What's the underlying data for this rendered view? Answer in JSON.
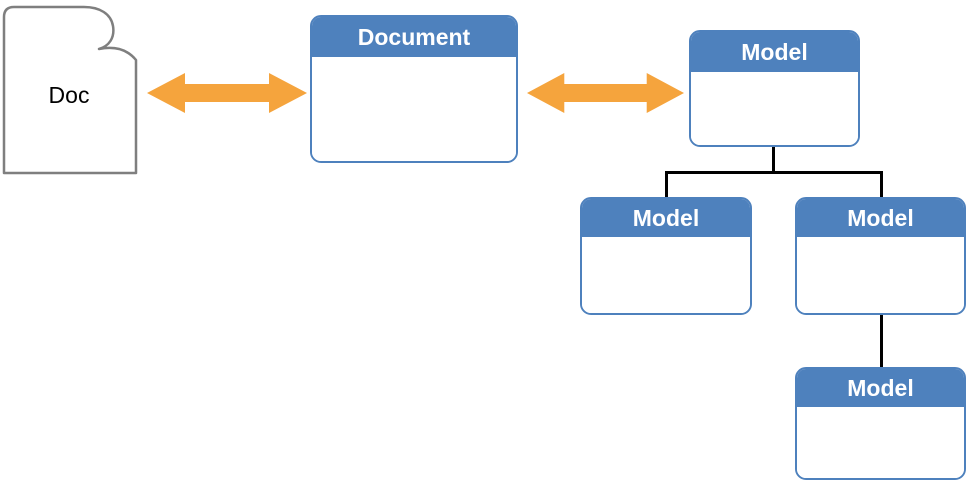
{
  "diagram": {
    "doc": {
      "label": "Doc"
    },
    "boxes": {
      "document": {
        "title": "Document"
      },
      "model_root": {
        "title": "Model"
      },
      "model_left": {
        "title": "Model"
      },
      "model_right": {
        "title": "Model"
      },
      "model_bottom": {
        "title": "Model"
      }
    },
    "colors": {
      "box_blue": "#4E81BD",
      "arrow_orange": "#F5A43D",
      "page_gray": "#7F7F7F",
      "connector": "#000000"
    }
  }
}
